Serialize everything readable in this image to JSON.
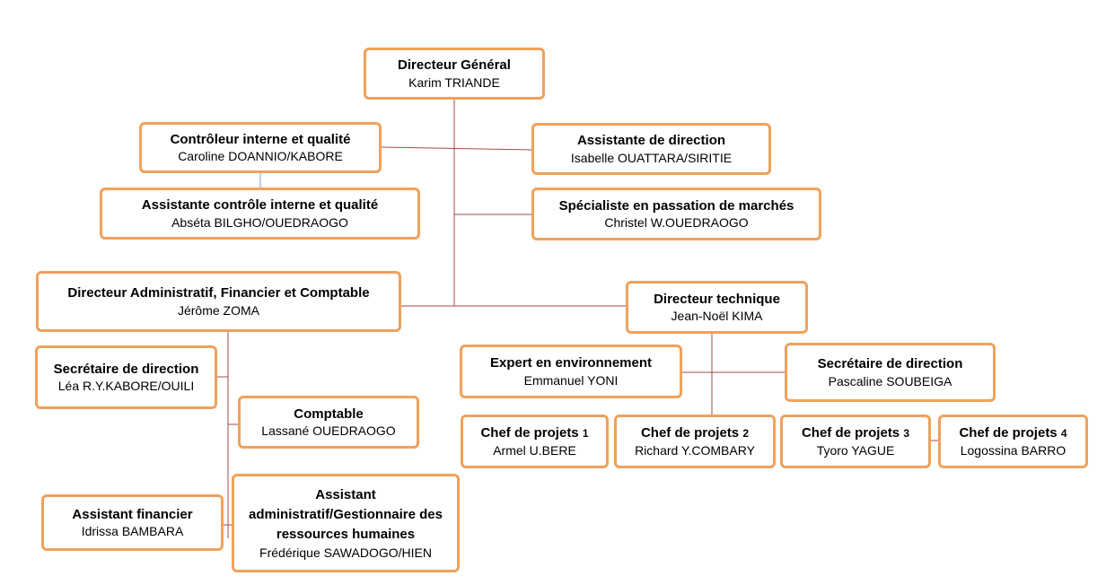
{
  "nodes": {
    "dg": {
      "role": "Directeur Général",
      "name": "Karim TRIANDE"
    },
    "controleur": {
      "role": "Contrôleur interne et qualité",
      "name": "Caroline DOANNIO/KABORE"
    },
    "assistante_direction": {
      "role": "Assistante de direction",
      "name": "Isabelle OUATTARA/SIRITIE"
    },
    "assistante_controle": {
      "role": "Assistante contrôle interne et qualité",
      "name": "Abséta BILGHO/OUEDRAOGO"
    },
    "specialiste": {
      "role": "Spécialiste en passation de marchés",
      "name": "Christel W.OUEDRAOGO"
    },
    "dafc": {
      "role": "Directeur Administratif, Financier et Comptable",
      "name": "Jérôme ZOMA"
    },
    "dt": {
      "role": "Directeur technique",
      "name": "Jean-Noël KIMA"
    },
    "secretaire_gauche": {
      "role": "Secrétaire de direction",
      "name": "Léa R.Y.KABORE/OUILI"
    },
    "comptable": {
      "role": "Comptable",
      "name": "Lassané OUEDRAOGO"
    },
    "assistant_financier": {
      "role": "Assistant financier",
      "name": "Idrissa BAMBARA"
    },
    "assistant_admin": {
      "role": "Assistant administratif/Gestionnaire des ressources humaines",
      "name": "Frédérique SAWADOGO/HIEN"
    },
    "expert": {
      "role": "Expert en environnement",
      "name": "Emmanuel YONI"
    },
    "secretaire_droite": {
      "role": "Secrétaire de direction",
      "name": "Pascaline SOUBEIGA"
    },
    "chef1": {
      "role": "Chef de projets",
      "num": "1",
      "name": "Armel U.BERE"
    },
    "chef2": {
      "role": "Chef de projets",
      "num": "2",
      "name": "Richard Y.COMBARY"
    },
    "chef3": {
      "role": "Chef de projets",
      "num": "3",
      "name": "Tyoro YAGUE"
    },
    "chef4": {
      "role": "Chef de projets",
      "num": "4",
      "name": "Logossina BARRO"
    }
  },
  "colors": {
    "border": "#f0a15c",
    "line": "#a84848"
  }
}
